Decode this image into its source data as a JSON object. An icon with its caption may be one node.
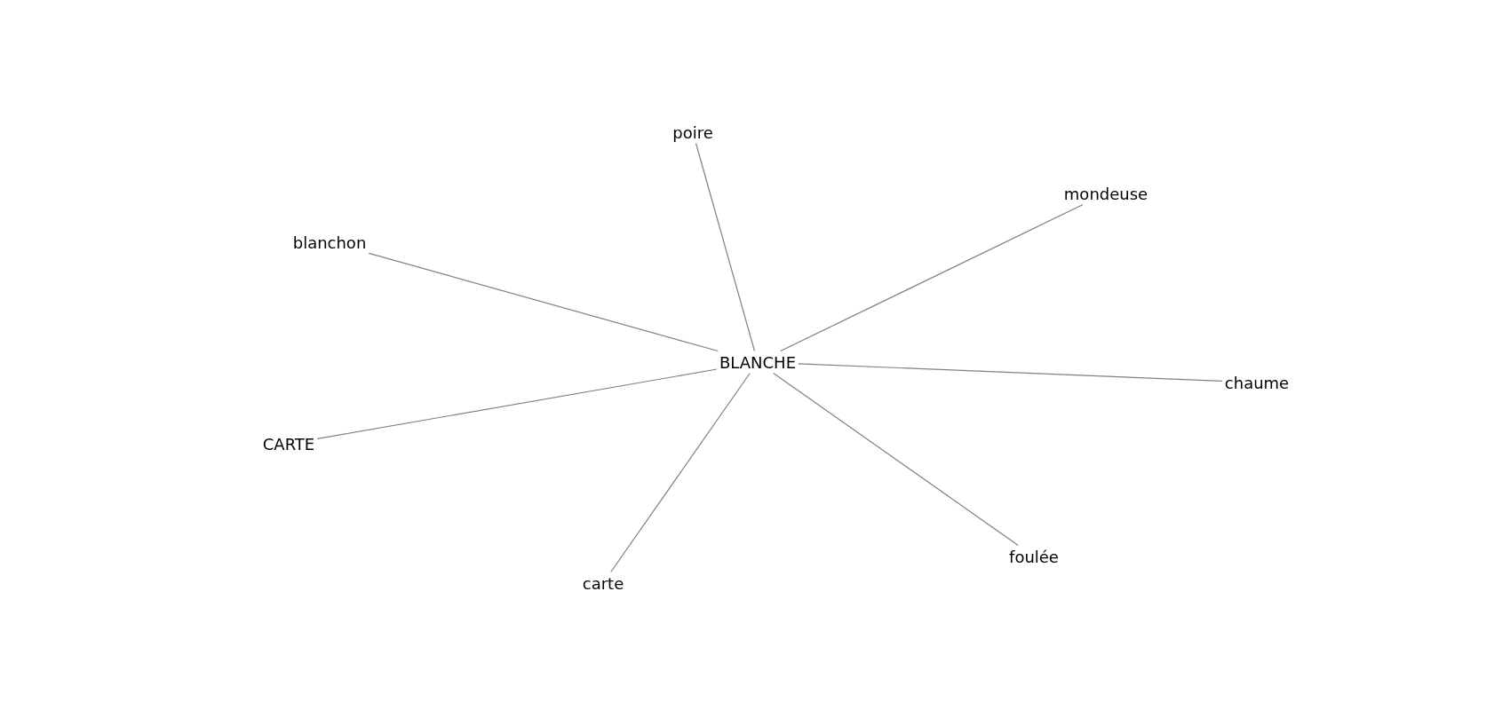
{
  "diagram": {
    "nodes": [
      {
        "text": [
          "BLANCHE"
        ]
      },
      {
        "text": [
          "poire"
        ]
      },
      {
        "text": [
          "mondeuse"
        ]
      },
      {
        "text": [
          "blanchon"
        ]
      },
      {
        "text": [
          "chaume"
        ]
      },
      {
        "text": [
          "CARTE"
        ]
      },
      {
        "text": [
          "carte"
        ]
      },
      {
        "text": [
          "foulée"
        ]
      }
    ],
    "edges": [
      {
        "from": 0,
        "to": 1,
        "arrow": "none"
      },
      {
        "from": 0,
        "to": 2,
        "arrow": "none"
      },
      {
        "from": 0,
        "to": 3,
        "arrow": "none"
      },
      {
        "from": 0,
        "to": 4,
        "arrow": "none"
      },
      {
        "from": 0,
        "to": 5,
        "arrow": "none"
      },
      {
        "from": 0,
        "to": 6,
        "arrow": "none"
      },
      {
        "from": 0,
        "to": 7,
        "arrow": "none"
      }
    ]
  }
}
